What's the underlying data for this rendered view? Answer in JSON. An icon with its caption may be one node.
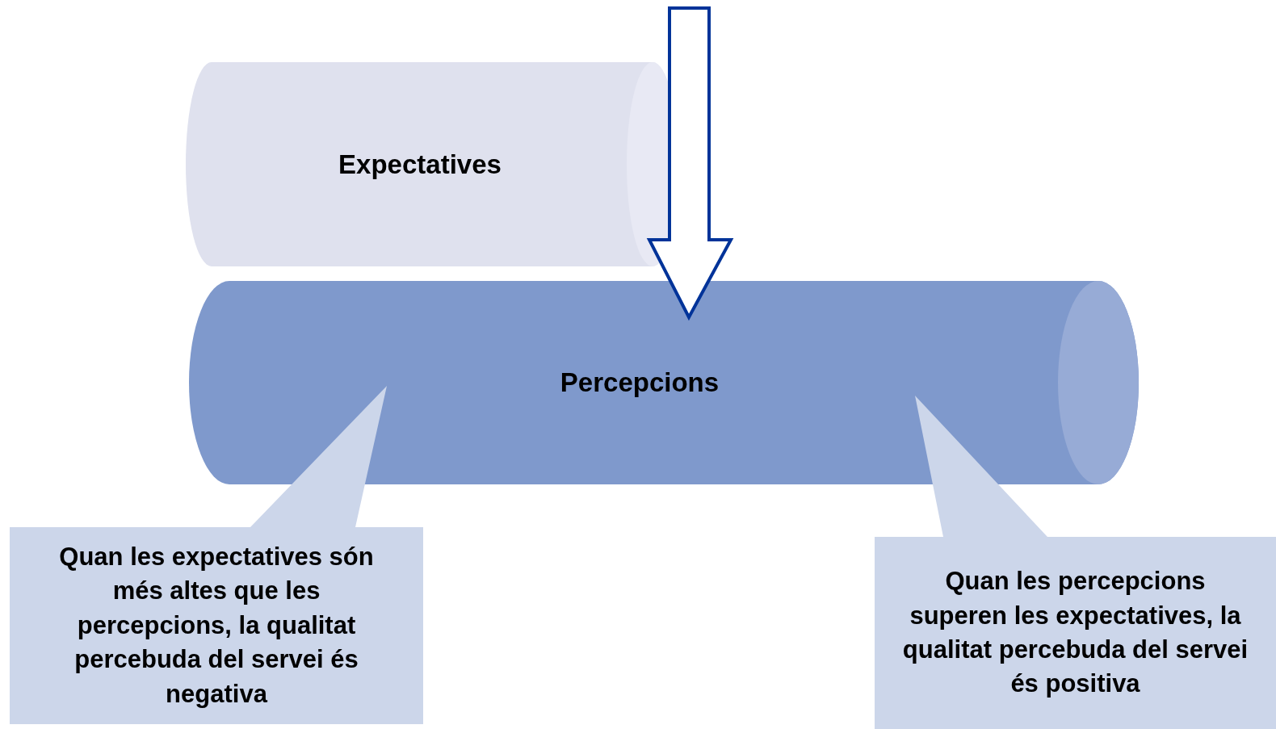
{
  "diagram": {
    "nodes": [
      {
        "text": [
          "Expectatives"
        ]
      },
      {
        "text": [
          "Percepcions"
        ]
      },
      {
        "text": [
          "Quan les expectatives són més altes que les percepcions, la qualitat percebuda del servei és negativa"
        ]
      },
      {
        "text": [
          "Quan les percepcions superen les expectatives, la qualitat percebuda del servei és positiva"
        ]
      }
    ],
    "edges": [
      {
        "from": null,
        "to": 1,
        "arrow": "to",
        "color": "#003399"
      }
    ]
  }
}
